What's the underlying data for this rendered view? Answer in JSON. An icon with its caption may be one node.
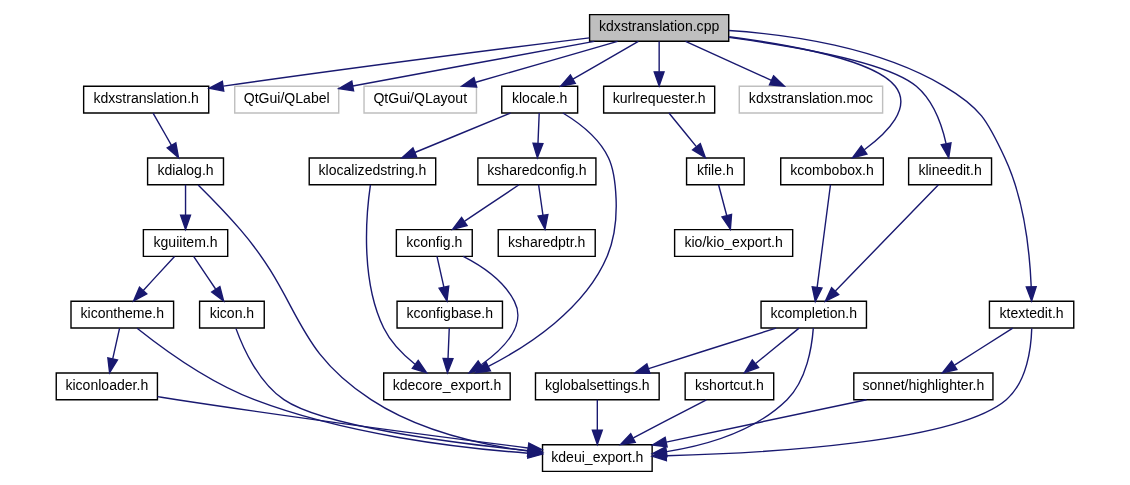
{
  "diagram": {
    "nodes": [
      {
        "text": [
          "kdxstranslation.cpp"
        ]
      },
      {
        "text": [
          "kdxstranslation.h"
        ]
      },
      {
        "text": [
          "QtGui/QLabel"
        ]
      },
      {
        "text": [
          "QtGui/QLayout"
        ]
      },
      {
        "text": [
          "klocale.h"
        ]
      },
      {
        "text": [
          "kurlrequester.h"
        ]
      },
      {
        "text": [
          "kdxstranslation.moc"
        ]
      },
      {
        "text": [
          "kdialog.h"
        ]
      },
      {
        "text": [
          "kcombobox.h"
        ]
      },
      {
        "text": [
          "klineedit.h"
        ]
      },
      {
        "text": [
          "klocalizedstring.h"
        ]
      },
      {
        "text": [
          "ksharedconfig.h"
        ]
      },
      {
        "text": [
          "kfile.h"
        ]
      },
      {
        "text": [
          "kguiitem.h"
        ]
      },
      {
        "text": [
          "kconfig.h"
        ]
      },
      {
        "text": [
          "ksharedptr.h"
        ]
      },
      {
        "text": [
          "kio/kio_export.h"
        ]
      },
      {
        "text": [
          "kicontheme.h"
        ]
      },
      {
        "text": [
          "kicon.h"
        ]
      },
      {
        "text": [
          "kcompletion.h"
        ]
      },
      {
        "text": [
          "kconfigbase.h"
        ]
      },
      {
        "text": [
          "ktextedit.h"
        ]
      },
      {
        "text": [
          "kiconloader.h"
        ]
      },
      {
        "text": [
          "kglobalsettings.h"
        ]
      },
      {
        "text": [
          "kshortcut.h"
        ]
      },
      {
        "text": [
          "kdecore_export.h"
        ]
      },
      {
        "text": [
          "sonnet/highlighter.h"
        ]
      },
      {
        "text": [
          "kdeui_export.h"
        ]
      }
    ],
    "edges": [
      {
        "from": 0,
        "to": 1,
        "arrow": "to"
      },
      {
        "from": 0,
        "to": 2,
        "arrow": "to"
      },
      {
        "from": 0,
        "to": 3,
        "arrow": "to"
      },
      {
        "from": 0,
        "to": 8,
        "arrow": "to"
      },
      {
        "from": 0,
        "to": 9,
        "arrow": "to"
      },
      {
        "from": 0,
        "to": 4,
        "arrow": "to"
      },
      {
        "from": 0,
        "to": 21,
        "arrow": "to"
      },
      {
        "from": 0,
        "to": 5,
        "arrow": "to"
      },
      {
        "from": 0,
        "to": 6,
        "arrow": "to"
      },
      {
        "from": 1,
        "to": 7,
        "arrow": "to"
      },
      {
        "from": 7,
        "to": 27,
        "arrow": "to"
      },
      {
        "from": 7,
        "to": 13,
        "arrow": "to"
      },
      {
        "from": 13,
        "to": 17,
        "arrow": "to"
      },
      {
        "from": 13,
        "to": 18,
        "arrow": "to"
      },
      {
        "from": 17,
        "to": 27,
        "arrow": "to"
      },
      {
        "from": 17,
        "to": 22,
        "arrow": "to"
      },
      {
        "from": 22,
        "to": 27,
        "arrow": "to"
      },
      {
        "from": 18,
        "to": 27,
        "arrow": "to"
      },
      {
        "from": 8,
        "to": 19,
        "arrow": "to"
      },
      {
        "from": 9,
        "to": 19,
        "arrow": "to"
      },
      {
        "from": 19,
        "to": 27,
        "arrow": "to"
      },
      {
        "from": 19,
        "to": 23,
        "arrow": "to"
      },
      {
        "from": 19,
        "to": 24,
        "arrow": "to"
      },
      {
        "from": 23,
        "to": 27,
        "arrow": "to"
      },
      {
        "from": 24,
        "to": 27,
        "arrow": "to"
      },
      {
        "from": 4,
        "to": 25,
        "arrow": "to"
      },
      {
        "from": 4,
        "to": 10,
        "arrow": "to"
      },
      {
        "from": 4,
        "to": 11,
        "arrow": "to"
      },
      {
        "from": 10,
        "to": 25,
        "arrow": "to"
      },
      {
        "from": 11,
        "to": 14,
        "arrow": "to"
      },
      {
        "from": 11,
        "to": 15,
        "arrow": "to"
      },
      {
        "from": 14,
        "to": 25,
        "arrow": "to"
      },
      {
        "from": 14,
        "to": 20,
        "arrow": "to"
      },
      {
        "from": 20,
        "to": 25,
        "arrow": "to"
      },
      {
        "from": 21,
        "to": 27,
        "arrow": "to"
      },
      {
        "from": 21,
        "to": 26,
        "arrow": "to"
      },
      {
        "from": 26,
        "to": 27,
        "arrow": "to"
      },
      {
        "from": 5,
        "to": 12,
        "arrow": "to"
      },
      {
        "from": 12,
        "to": 16,
        "arrow": "to"
      }
    ]
  }
}
